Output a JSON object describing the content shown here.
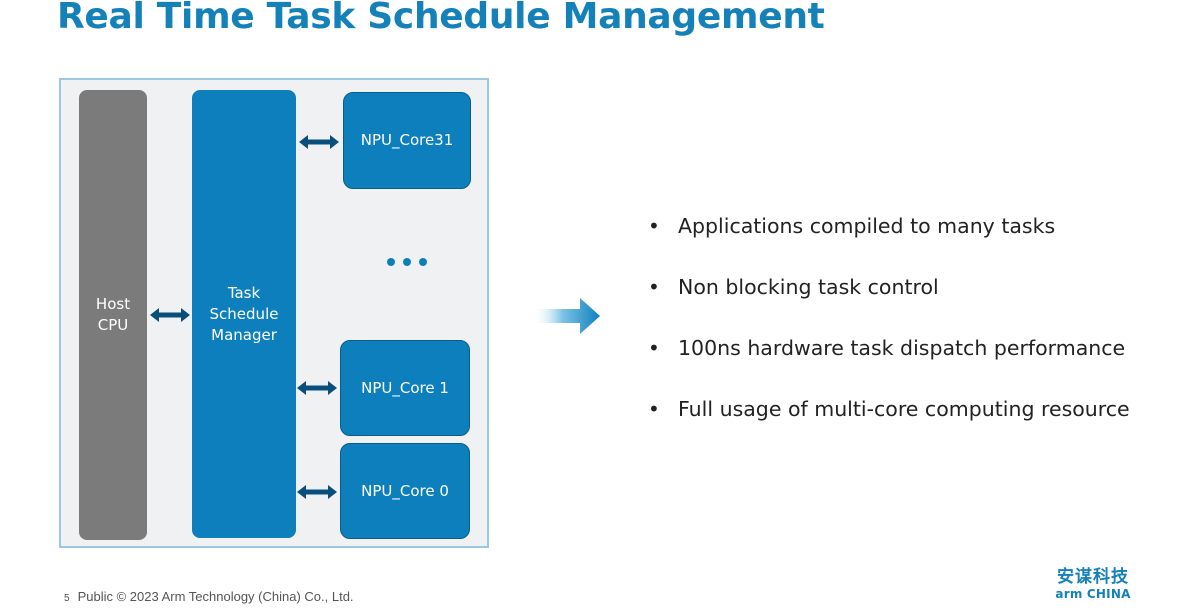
{
  "slide": {
    "title": "Real Time Task Schedule Management"
  },
  "diagram": {
    "host": "Host\nCPU",
    "host_lines": [
      "Host",
      "CPU"
    ],
    "tsm_lines": [
      "Task",
      "Schedule",
      "Manager"
    ],
    "npu_cores": [
      "NPU_Core31",
      "NPU_Core 1",
      "NPU_Core 0"
    ],
    "ellipsis": "...",
    "colors": {
      "host": "#7b7b7b",
      "block": "#0e7fbd",
      "arrow": "#0a4f7c",
      "frame_fill": "#f0f1f2",
      "frame_border": "#9cc8e2"
    }
  },
  "bullets": [
    "Applications compiled to many tasks",
    "Non blocking task control",
    "100ns hardware task dispatch performance",
    "Full usage of multi-core computing resource"
  ],
  "footer": {
    "page_number": "5",
    "text": "Public © 2023 Arm Technology (China) Co., Ltd."
  },
  "logo": {
    "chinese": "安谋科技",
    "english": "arm CHINA"
  },
  "colors": {
    "title": "#1482b8"
  }
}
